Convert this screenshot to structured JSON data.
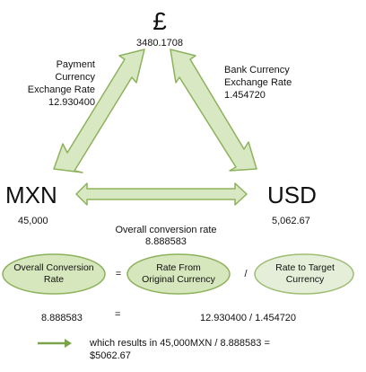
{
  "currency_symbol": "£",
  "pound_value": "3480.1708",
  "left_rate": {
    "line1": "Payment",
    "line2": "Currency",
    "line3": "Exchange Rate",
    "value": "12.930400"
  },
  "right_rate": {
    "line1": "Bank Currency",
    "line2": "Exchange Rate",
    "value": "1.454720"
  },
  "mxn": {
    "code": "MXN",
    "amount": "45,000"
  },
  "usd": {
    "code": "USD",
    "amount": "5,062.67"
  },
  "overall": {
    "label": "Overall conversion rate",
    "value": "8.888583"
  },
  "formula": {
    "overall_label": "Overall Conversion Rate",
    "overall_line1": "Overall Conversion",
    "overall_line2": "Rate",
    "equals": "=",
    "from_line1": "Rate From",
    "from_line2": "Original Currency",
    "divide": "/",
    "target_line1": "Rate to Target",
    "target_line2": "Currency",
    "result_value": "8.888583",
    "result_equals": "=",
    "result_expression": "12.930400 / 1.454720"
  },
  "legend": {
    "line1": "which results in 45,000MXN / 8.888583 =",
    "line2": "$5062.67"
  },
  "colors": {
    "arrow_fill": "#d8e8c2",
    "arrow_stroke": "#8db25c",
    "ellipse_fill": "#d6e6bd",
    "ellipse_stroke": "#8db25c",
    "legend_arrow": "#7aa34a"
  }
}
